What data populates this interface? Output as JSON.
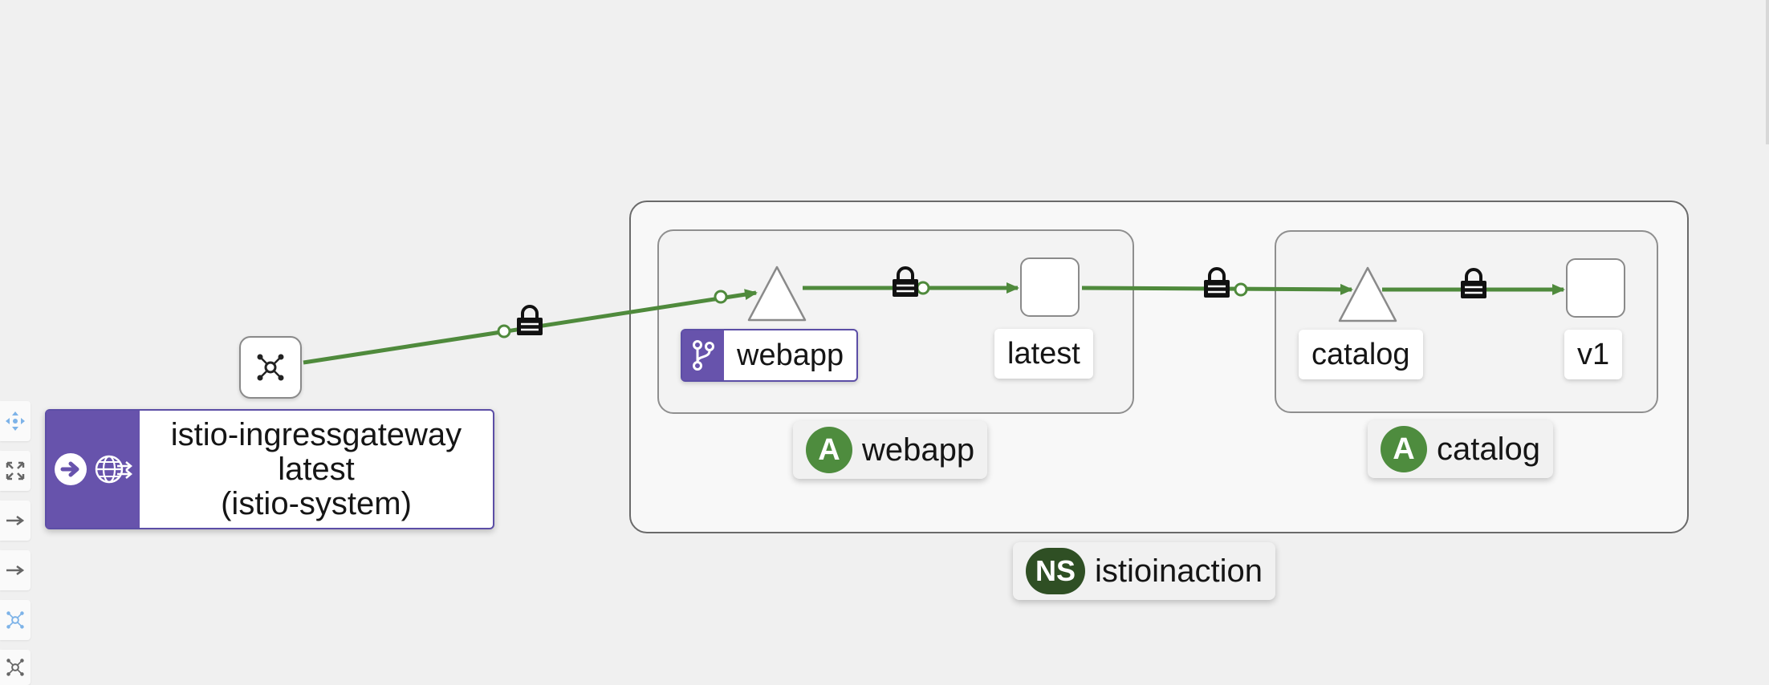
{
  "graph": {
    "namespace": {
      "badge": "NS",
      "name": "istioinaction"
    },
    "apps": [
      {
        "id": "webapp",
        "badge": "A",
        "name": "webapp"
      },
      {
        "id": "catalog",
        "badge": "A",
        "name": "catalog"
      }
    ],
    "nodes": {
      "ingress_gateway": {
        "lines": [
          "istio-ingressgateway",
          "latest",
          "(istio-system)"
        ]
      },
      "webapp_service": {
        "label": "webapp"
      },
      "webapp_workload": {
        "label": "latest"
      },
      "catalog_service": {
        "label": "catalog"
      },
      "catalog_workload": {
        "label": "v1"
      }
    },
    "edge_color": "#4f8a3c",
    "edges_mtls": true
  },
  "colors": {
    "virtual_service": "#6753ac",
    "app_badge": "#4e8c3e",
    "namespace_badge": "#2f4f24"
  },
  "toolbar": {
    "items": [
      {
        "icon": "pan-icon"
      },
      {
        "icon": "fit-to-screen-icon"
      },
      {
        "icon": "layout-arrow-icon"
      },
      {
        "icon": "layout-arrow-icon"
      },
      {
        "icon": "cluster-icon"
      },
      {
        "icon": "cluster-icon"
      }
    ]
  }
}
